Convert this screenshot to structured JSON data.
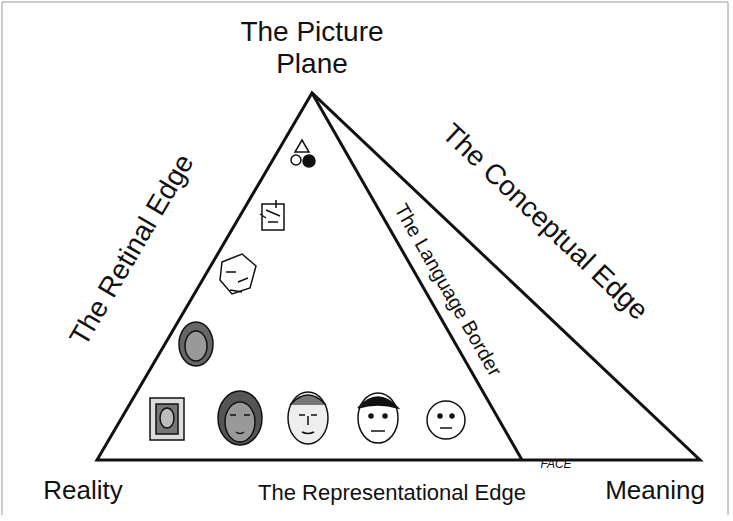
{
  "diagram": {
    "labels": [
      "The Picture Plane",
      "The Retinal Edge",
      "The Conceptual Edge",
      "The Language Border",
      "FACE",
      "Reality",
      "The Representational Edge",
      "Meaning"
    ]
  }
}
